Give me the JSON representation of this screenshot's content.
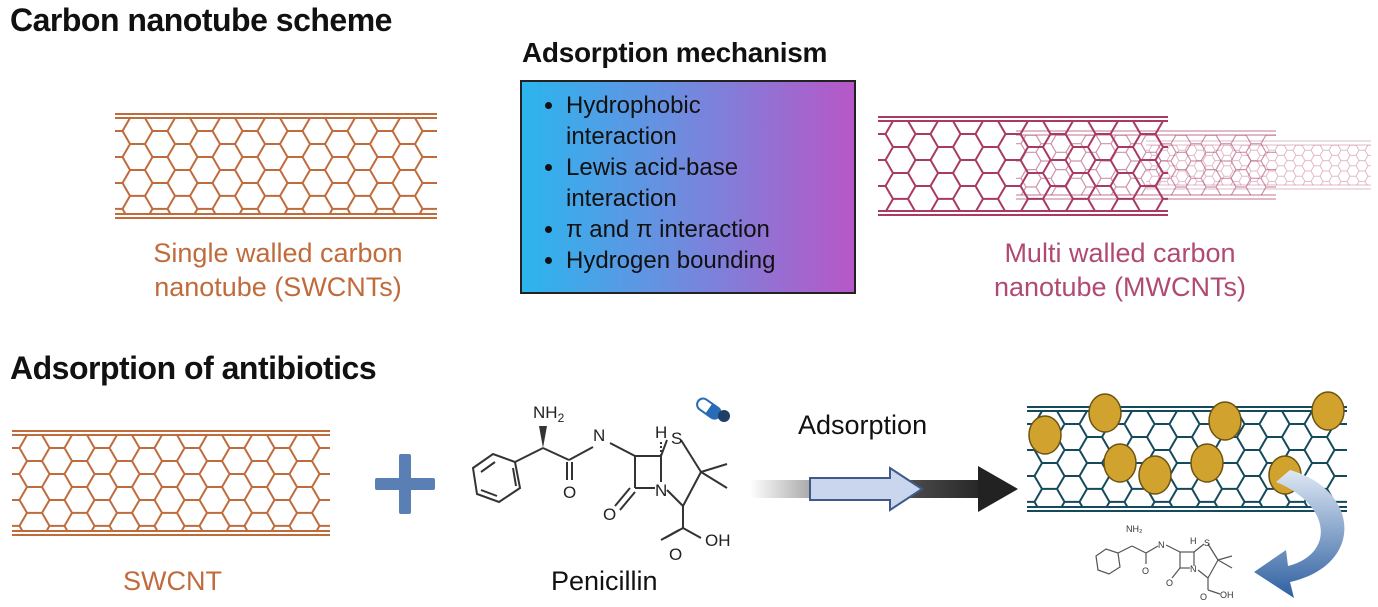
{
  "colors": {
    "swcnt": "#c06b3c",
    "mwcnt": "#a83a64",
    "loaded_tube": "#154a5c",
    "particle": "#d1a32e",
    "plus": "#5a7fb5"
  },
  "section1": {
    "title": "Carbon nanotube scheme",
    "swcnt_caption": [
      "Single walled carbon",
      "nanotube (SWCNTs)"
    ],
    "mwcnt_caption": [
      "Multi walled carbon",
      "nanotube (MWCNTs)"
    ]
  },
  "mechanism": {
    "title": "Adsorption mechanism",
    "items": [
      [
        "Hydrophobic",
        "interaction"
      ],
      [
        "Lewis acid-base",
        "interaction"
      ],
      [
        "π and π interaction"
      ],
      [
        "Hydrogen bounding"
      ]
    ]
  },
  "section2": {
    "title": "Adsorption of antibiotics",
    "swcnt_label": "SWCNT",
    "drug_label": "Penicillin",
    "arrow_label": "Adsorption",
    "molecule": {
      "nh2": "NH",
      "nh2_sub": "2",
      "n1": "N",
      "h": "H",
      "s": "S",
      "o1": "O",
      "n2": "N",
      "o2": "O",
      "oh": "OH"
    },
    "small_molecule": {
      "nh2": "NH₂",
      "h": "H",
      "n1": "N",
      "s": "S",
      "o1": "O",
      "n2": "N",
      "o2": "O",
      "oh": "OH"
    },
    "icons": [
      "pill-capsule-icon",
      "plus-icon",
      "adsorption-arrow-icon",
      "curved-arrow-icon"
    ]
  }
}
